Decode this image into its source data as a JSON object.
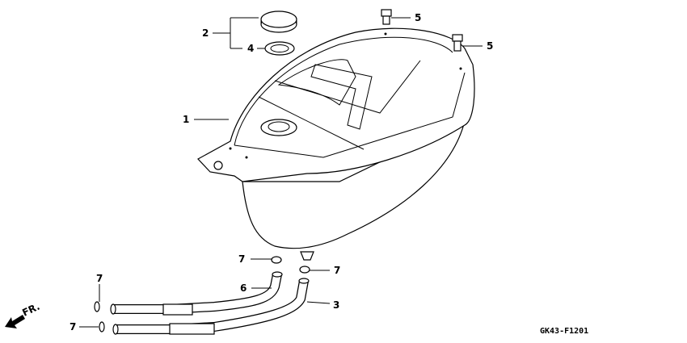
{
  "diagram": {
    "callouts": {
      "tank": "1",
      "cap_assembly": "2",
      "hose_long": "3",
      "seal": "4",
      "bolt_a": "5",
      "bolt_b": "5",
      "hose_short": "6",
      "clip_top": "7",
      "clip_right": "7",
      "clip_left_upper": "7",
      "clip_left_lower": "7"
    },
    "direction_label": "FR.",
    "figure_code": "GK43-F1201"
  }
}
